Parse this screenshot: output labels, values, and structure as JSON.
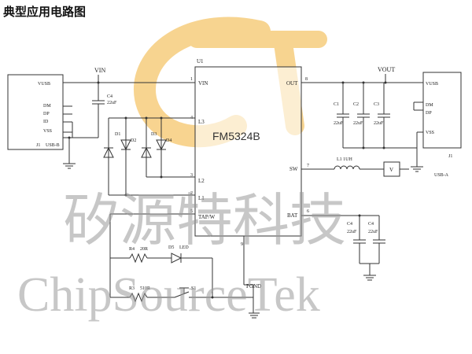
{
  "title": "典型应用电路图",
  "chip": {
    "ref": "U1",
    "name": "FM5324B"
  },
  "pins": {
    "vin": "VIN",
    "out": "OUT",
    "l3": "L3",
    "l2": "L2",
    "l1": "L1",
    "tap": "TAP/W",
    "sw": "SW",
    "bat": "BAT",
    "pgnd": "PGND"
  },
  "pin_numbers": {
    "vin": "1",
    "out": "8",
    "l3": "4",
    "l2": "3",
    "l1": "2",
    "tap": "5",
    "sw": "7",
    "bat": "6",
    "pgnd": "9"
  },
  "nets": {
    "vin": "VIN",
    "vout": "VOUT"
  },
  "connector_left": {
    "pins": [
      "VUSB",
      "DM",
      "DP",
      "ID",
      "VSS"
    ],
    "ref": "J1",
    "type": "USB-B"
  },
  "connector_right": {
    "pins": [
      "VUSB",
      "DM",
      "DP",
      "VSS"
    ],
    "ref": "J1",
    "type": "USB-A"
  },
  "caps_out": [
    "C1",
    "C2",
    "C3"
  ],
  "cap_value": "22uF",
  "components": {
    "c4": "C4",
    "inductor": "L1 1UH",
    "meter": "V",
    "r4": "R4",
    "r4_val": "20R",
    "d5": "D5",
    "d5_type": "LED",
    "s1": "S1",
    "r3": "R3",
    "r3_val": "510R",
    "d1": "D1",
    "d2": "D2",
    "d3": "D3",
    "d4": "D4"
  },
  "watermark": {
    "cn": "矽源特科技",
    "en": "ChipSourceTek"
  },
  "colors": {
    "logo_orange": "#f0b43c",
    "watermark_gray": "#999999",
    "wire": "#333333"
  }
}
